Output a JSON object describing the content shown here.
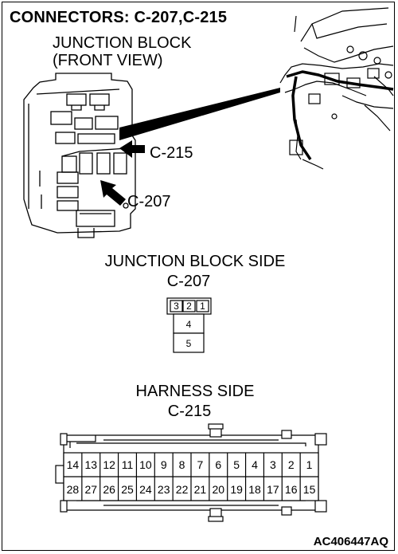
{
  "title": "CONNECTORS: C-207,C-215",
  "junction_block_label": [
    "JUNCTION BLOCK",
    "(FRONT VIEW)"
  ],
  "callouts": {
    "c215": "C-215",
    "c207": "C-207"
  },
  "jb_side": {
    "heading": "JUNCTION BLOCK SIDE",
    "connector": "C-207",
    "top_pins": [
      "3",
      "2",
      "1"
    ],
    "middle_pin": "4",
    "bottom_pin": "5"
  },
  "harness_side": {
    "heading": "HARNESS SIDE",
    "connector": "C-215",
    "top_row": [
      "14",
      "13",
      "12",
      "11",
      "10",
      "9",
      "8",
      "7",
      "6",
      "5",
      "4",
      "3",
      "2",
      "1"
    ],
    "bottom_row": [
      "28",
      "27",
      "26",
      "25",
      "24",
      "23",
      "22",
      "21",
      "20",
      "19",
      "18",
      "17",
      "16",
      "15"
    ]
  },
  "figure_code": "AC406447AQ"
}
